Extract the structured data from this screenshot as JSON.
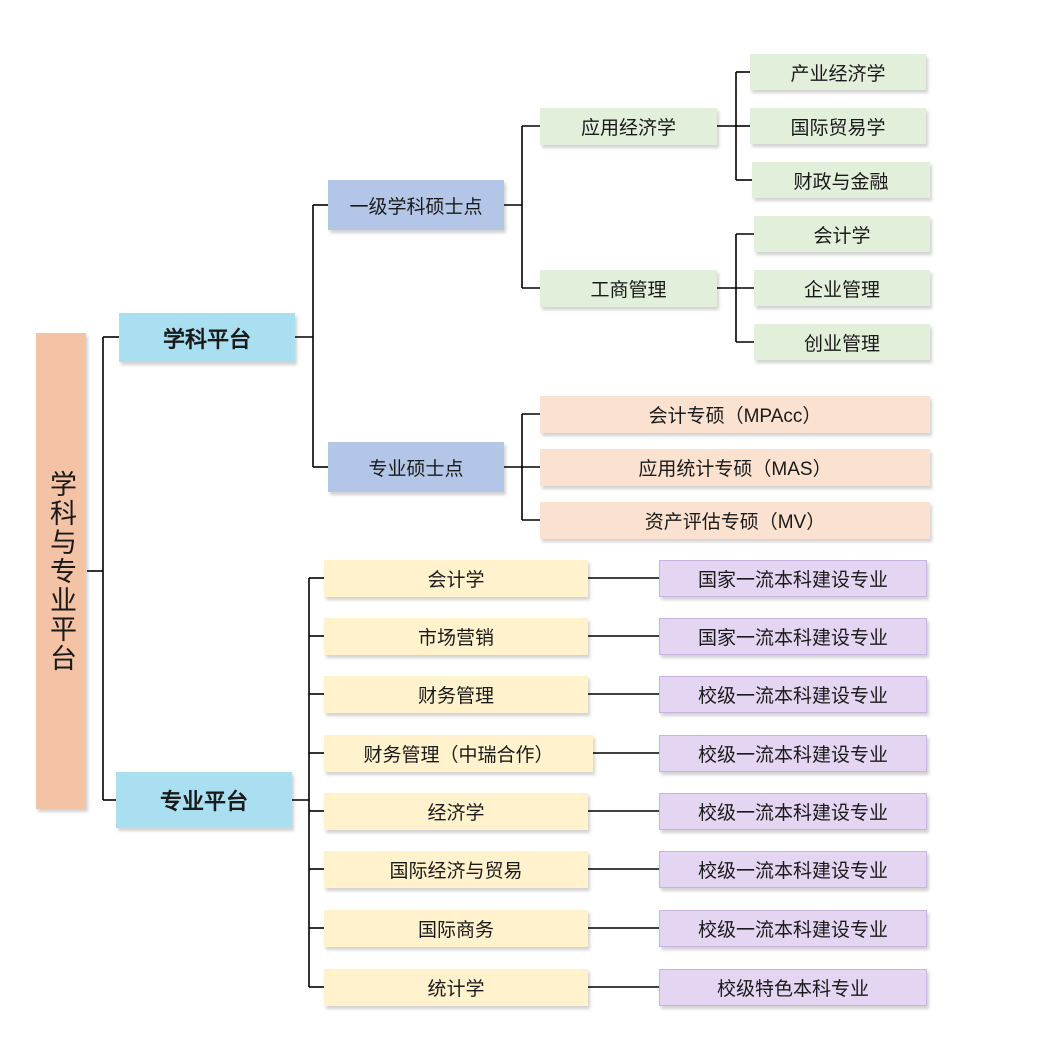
{
  "root": {
    "label": "学科与专业平台"
  },
  "discipline_platform": {
    "label": "学科平台",
    "level1_master": {
      "label": "一级学科硕士点",
      "groups": [
        {
          "label": "应用经济学",
          "children": [
            "产业经济学",
            "国际贸易学",
            "财政与金融"
          ]
        },
        {
          "label": "工商管理",
          "children": [
            "会计学",
            "企业管理",
            "创业管理"
          ]
        }
      ]
    },
    "professional_master": {
      "label": "专业硕士点",
      "children": [
        "会计专硕（MPAcc）",
        "应用统计专硕（MAS）",
        "资产评估专硕（MV）"
      ]
    }
  },
  "major_platform": {
    "label": "专业平台",
    "majors": [
      {
        "name": "会计学",
        "level": "国家一流本科建设专业"
      },
      {
        "name": "市场营销",
        "level": "国家一流本科建设专业"
      },
      {
        "name": "财务管理",
        "level": "校级一流本科建设专业"
      },
      {
        "name": "财务管理（中瑞合作）",
        "level": "校级一流本科建设专业"
      },
      {
        "name": "经济学",
        "level": "校级一流本科建设专业"
      },
      {
        "name": "国际经济与贸易",
        "level": "校级一流本科建设专业"
      },
      {
        "name": "国际商务",
        "level": "校级一流本科建设专业"
      },
      {
        "name": "统计学",
        "level": "校级特色本科专业"
      }
    ]
  },
  "colors": {
    "root": "#f4c2a5",
    "platform": "#a9dff0",
    "degree": "#b4c6e7",
    "sub_discipline": "#e2efda",
    "professional": "#fbe1d0",
    "major": "#fff2cc",
    "major_level": "#e4d5f2",
    "connector": "#000000"
  }
}
